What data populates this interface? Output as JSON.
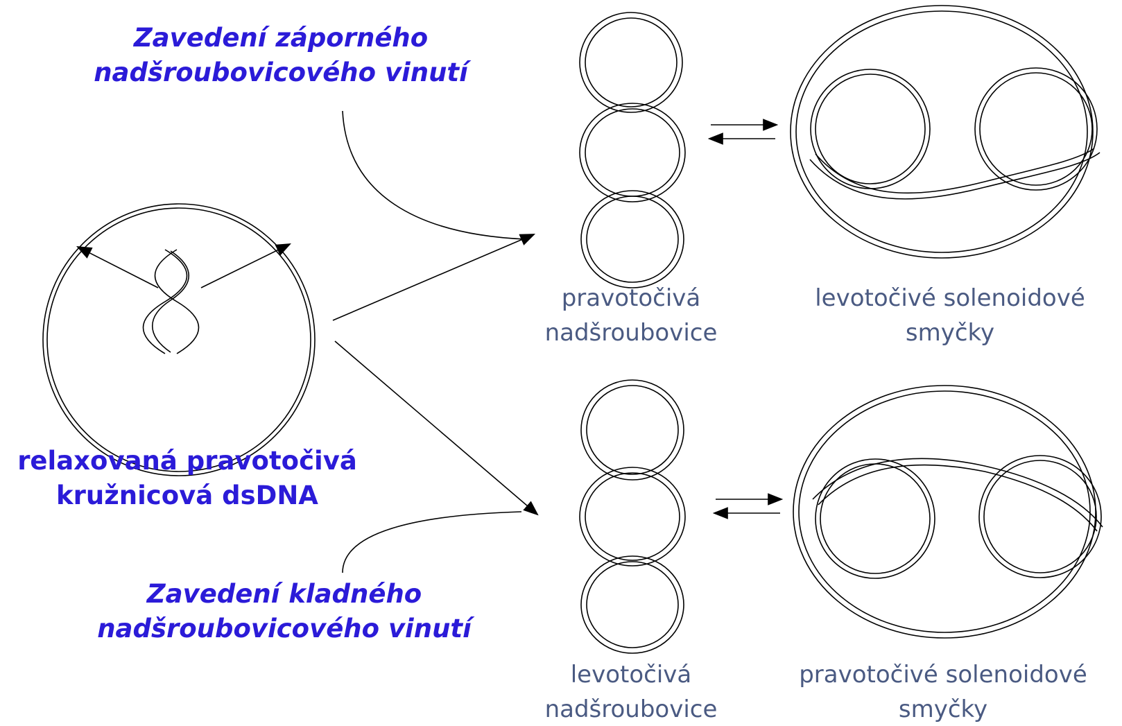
{
  "labels": {
    "negative_title": [
      "Zavedení záporného",
      "nadšroubovicového vinutí"
    ],
    "positive_title": [
      "Zavedení kladného",
      "nadšroubovicového vinutí"
    ],
    "relaxed": [
      "relaxovaná pravotočivá",
      "kružnicová dsDNA"
    ],
    "right_supercoil": [
      "pravotočivá",
      "nadšroubovice"
    ],
    "left_solenoid": [
      "levotočivé solenoidové",
      "smyčky"
    ],
    "left_supercoil": [
      "levotočivá",
      "nadšroubovice"
    ],
    "right_solenoid": [
      "pravotočivé solenoidové",
      "smyčky"
    ]
  },
  "colors": {
    "title": "#2b1bd8",
    "caption": "#4a5a82",
    "line": "#000000"
  }
}
